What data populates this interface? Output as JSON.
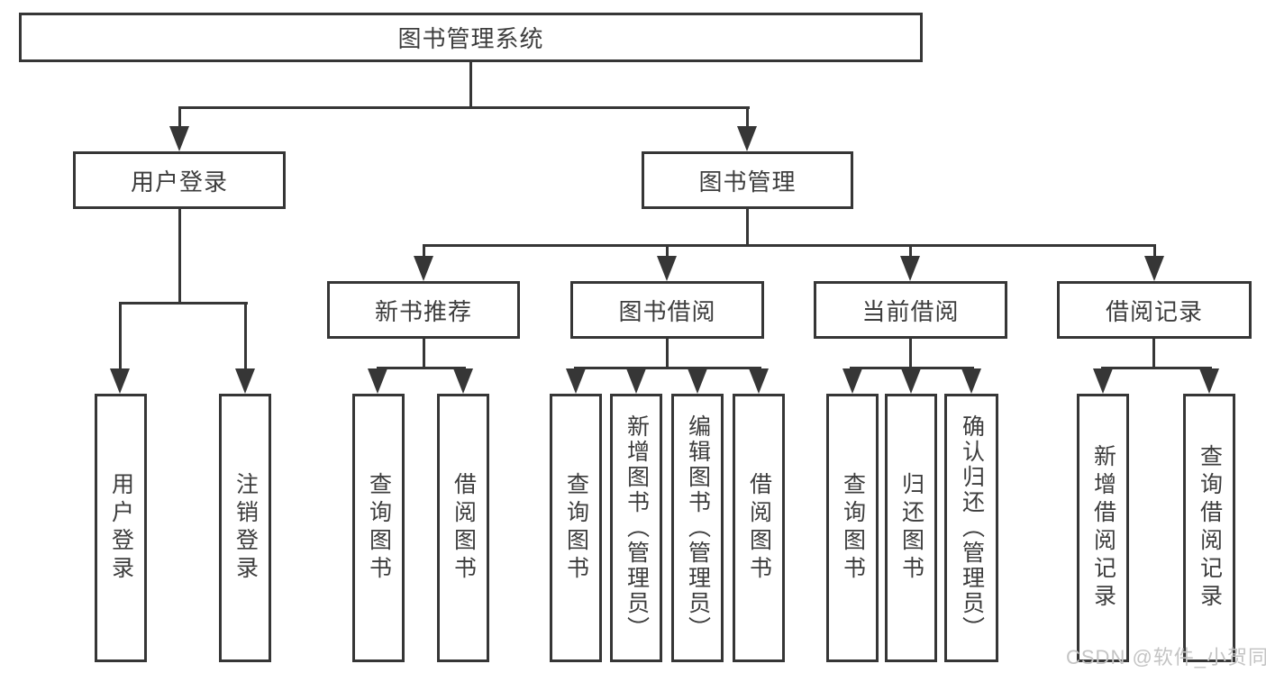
{
  "tree": {
    "root": {
      "label": "图书管理系统"
    },
    "level2": [
      {
        "label": "用户登录",
        "children": [
          {
            "label": "用户登录"
          },
          {
            "label": "注销登录"
          }
        ]
      },
      {
        "label": "图书管理",
        "children": [
          {
            "label": "新书推荐",
            "children": [
              {
                "label": "查询图书"
              },
              {
                "label": "借阅图书"
              }
            ]
          },
          {
            "label": "图书借阅",
            "children": [
              {
                "label": "查询图书"
              },
              {
                "label": "新增图书（管理员）"
              },
              {
                "label": "编辑图书（管理员）"
              },
              {
                "label": "借阅图书"
              }
            ]
          },
          {
            "label": "当前借阅",
            "children": [
              {
                "label": "查询图书"
              },
              {
                "label": "归还图书"
              },
              {
                "label": "确认归还（管理员）"
              }
            ]
          },
          {
            "label": "借阅记录",
            "children": [
              {
                "label": "新增借阅记录"
              },
              {
                "label": "查询借阅记录"
              }
            ]
          }
        ]
      }
    ]
  },
  "watermark": {
    "text": "CSDN @软件_小贺同学"
  },
  "colors": {
    "line": "#363636",
    "text": "#3d3d3d",
    "background": "#ffffff",
    "watermark": "#c4c4c4"
  }
}
